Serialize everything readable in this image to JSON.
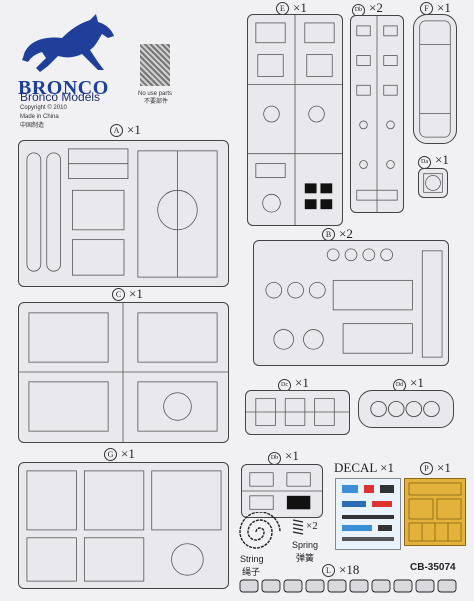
{
  "brand": {
    "logo_text": "BRONCO",
    "company": "Bronco Models",
    "copyright": "Copyright © 2010",
    "made_in": "Made in China",
    "made_in_cn": "中国制造"
  },
  "no_use": {
    "label_en": "No use parts",
    "label_cn": "不要部件"
  },
  "sprues": {
    "A": {
      "letter": "A",
      "qty": "×1"
    },
    "B": {
      "letter": "B",
      "qty": "×2"
    },
    "C": {
      "letter": "C",
      "qty": "×1"
    },
    "E": {
      "letter": "E",
      "qty": "×1"
    },
    "Db1": {
      "letter": "Db",
      "qty": "×2"
    },
    "F": {
      "letter": "F",
      "qty": "×1"
    },
    "Da": {
      "letter": "Da",
      "qty": "×1"
    },
    "Dc": {
      "letter": "Dc",
      "qty": "×1"
    },
    "Dd": {
      "letter": "Dd",
      "qty": "×1"
    },
    "G": {
      "letter": "G",
      "qty": "×1"
    },
    "Db2": {
      "letter": "Db",
      "qty": "×1"
    },
    "P": {
      "letter": "P",
      "qty": "×1"
    },
    "L": {
      "letter": "L",
      "qty": "×18"
    }
  },
  "decal": {
    "label": "DECAL",
    "qty": "×1"
  },
  "string": {
    "label_en": "String",
    "label_cn": "绳子"
  },
  "spring": {
    "qty": "×2",
    "label_en": "Spring",
    "label_cn": "弹簧"
  },
  "catalog_code": "CB-35074",
  "colors": {
    "brand_blue": "#1f3f9a",
    "ink": "#222222",
    "etch_gold": "#e2b23a"
  }
}
